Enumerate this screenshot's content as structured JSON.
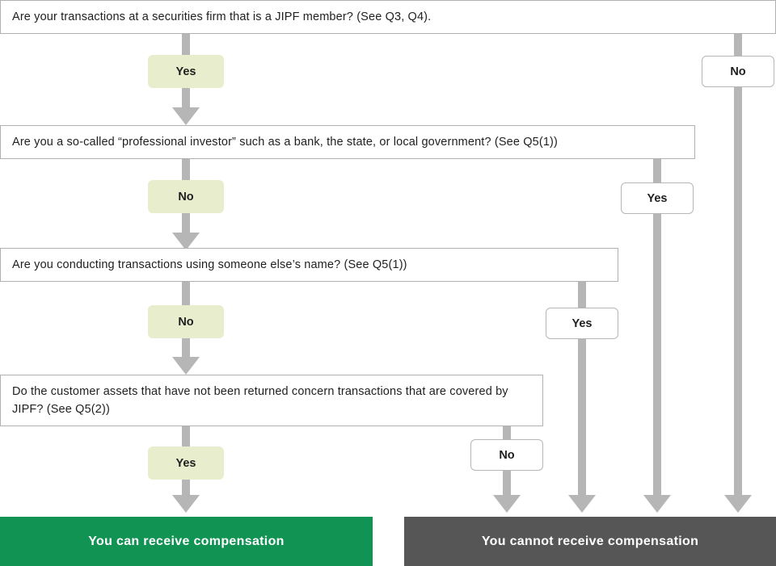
{
  "questions": [
    {
      "id": "q-jipf-member",
      "text": "Are your transactions at a securities firm that is a JIPF member? (See Q3, Q4)."
    },
    {
      "id": "q-professional-investor",
      "text": "Are you a so-called “professional investor” such as a bank, the state, or local government? (See Q5(1))"
    },
    {
      "id": "q-someone-elses-name",
      "text": "Are you conducting transactions using someone else’s name? (See Q5(1))"
    },
    {
      "id": "q-assets-covered",
      "text": "Do the customer assets that have not been returned concern transactions that are covered by JIPF? (See Q5(2))"
    }
  ],
  "branches": {
    "main": [
      {
        "id": "branch-yes-1",
        "label": "Yes",
        "style": "green"
      },
      {
        "id": "branch-no-2",
        "label": "No",
        "style": "green"
      },
      {
        "id": "branch-no-3",
        "label": "No",
        "style": "green"
      },
      {
        "id": "branch-yes-4",
        "label": "Yes",
        "style": "green"
      }
    ],
    "side": [
      {
        "id": "branch-no-q1",
        "label": "No",
        "style": "white"
      },
      {
        "id": "branch-yes-q2",
        "label": "Yes",
        "style": "white"
      },
      {
        "id": "branch-yes-q3",
        "label": "Yes",
        "style": "white"
      },
      {
        "id": "branch-no-q4",
        "label": "No",
        "style": "white"
      }
    ]
  },
  "results": {
    "positive": {
      "id": "result-can-receive",
      "label": "You can receive compensation",
      "color": "#119354"
    },
    "negative": {
      "id": "result-cannot-receive",
      "label": "You cannot receive compensation",
      "color": "#565656"
    }
  },
  "colors": {
    "connector": "#b6b6b6",
    "box_border": "#b0b0b0",
    "chip_green": "#e8eecd",
    "text": "#1f1f1f"
  }
}
